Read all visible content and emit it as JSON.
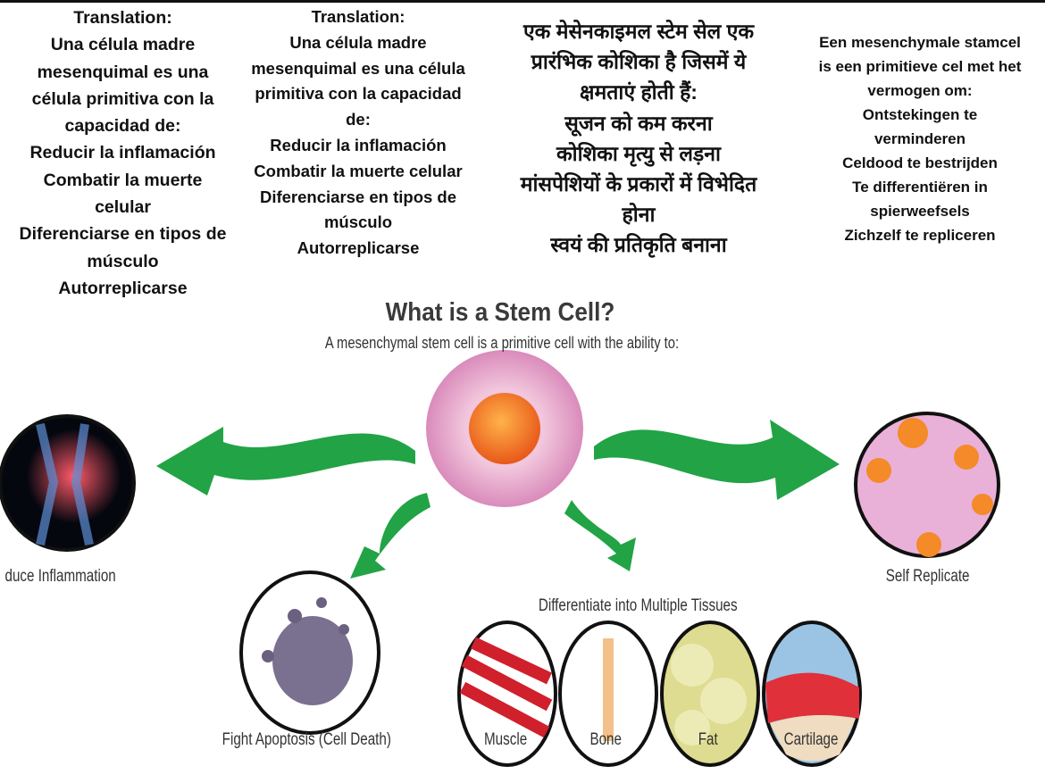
{
  "spanish_1": {
    "lines": [
      "Translation:",
      "Una célula madre",
      "mesenquimal es una",
      "célula primitiva con la",
      "capacidad de:",
      "Reducir la inflamación",
      "Combatir la muerte",
      "celular",
      "Diferenciarse en tipos de",
      "músculo",
      "Autorreplicarse"
    ]
  },
  "spanish_2": {
    "lines": [
      "Translation:",
      "Una célula madre",
      "mesenquimal es una célula",
      "primitiva con la capacidad",
      "de:",
      "Reducir la inflamación",
      "Combatir la muerte celular",
      "Diferenciarse en tipos de",
      "músculo",
      "Autorreplicarse"
    ]
  },
  "hindi": {
    "lines": [
      "एक मेसेनकाइमल स्टेम सेल एक",
      "प्रारंभिक कोशिका है जिसमें ये",
      "क्षमताएं होती हैं:",
      "सूजन को कम करना",
      "कोशिका मृत्यु से लड़ना",
      "मांसपेशियों के प्रकारों में विभेदित",
      "होना",
      "स्वयं की प्रतिकृति बनाना"
    ]
  },
  "dutch": {
    "lines": [
      "Een mesenchymale stamcel",
      "is een primitieve cel met het",
      "vermogen om:",
      "Ontstekingen te",
      "verminderen",
      "Celdood te bestrijden",
      "Te differentiëren in",
      "spierweefsels",
      "Zichzelf te repliceren"
    ]
  },
  "diagram": {
    "title": "What is a Stem Cell?",
    "subtitle": "A mesenchymal stem cell is a primitive cell with the ability to:",
    "reduce_inflammation": "duce Inflammation",
    "self_replicate": "Self Replicate",
    "fight_apoptosis": "Fight Apoptosis (Cell Death)",
    "differentiate": "Differentiate into Multiple Tissues",
    "tissues": [
      "Muscle",
      "Bone",
      "Fat",
      "Cartilage"
    ]
  },
  "colors": {
    "arrow": "#1e9a3c",
    "arrow_dark": "#0f6b27",
    "cell": "#e6a0c8",
    "nucleus": "#f07020"
  }
}
